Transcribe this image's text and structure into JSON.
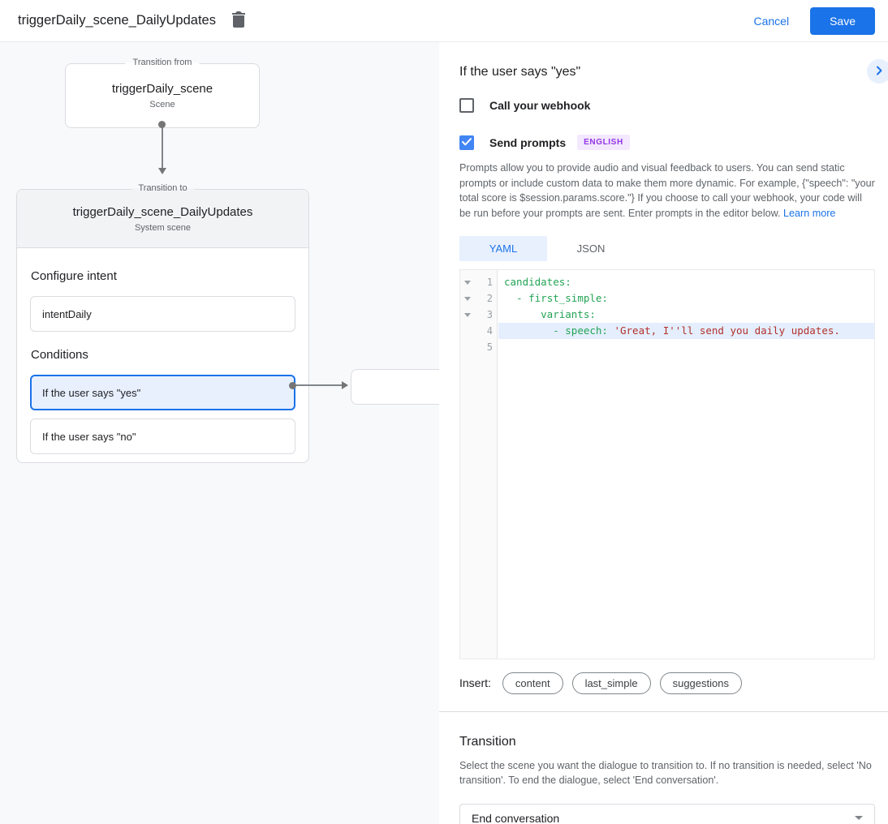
{
  "topbar": {
    "title": "triggerDaily_scene_DailyUpdates",
    "trash_icon": "trash-icon",
    "cancel_label": "Cancel",
    "save_label": "Save"
  },
  "diagram": {
    "from_box": {
      "legend": "Transition from",
      "title": "triggerDaily_scene",
      "subtitle": "Scene"
    },
    "to_box": {
      "legend": "Transition to",
      "title": "triggerDaily_scene_DailyUpdates",
      "subtitle": "System scene"
    },
    "configure_intent": {
      "label": "Configure intent",
      "value": "intentDaily"
    },
    "conditions": {
      "label": "Conditions",
      "items": [
        {
          "label": "If the user says \"yes\"",
          "selected": true
        },
        {
          "label": "If the user says \"no\"",
          "selected": false
        }
      ]
    }
  },
  "panel": {
    "title": "If the user says \"yes\"",
    "expand_icon": "chevron-right-icon",
    "webhook_checkbox": {
      "label": "Call your webhook",
      "checked": false
    },
    "prompts_checkbox": {
      "label": "Send prompts",
      "checked": true,
      "badge": "ENGLISH"
    },
    "description": "Prompts allow you to provide audio and visual feedback to users. You can send static prompts or include custom data to make them more dynamic. For example, {\"speech\": \"your total score is $session.params.score.\"} If you choose to call your webhook, your code will be run before your prompts are sent. Enter prompts in the editor below. ",
    "learn_more": "Learn more",
    "tabs": [
      {
        "label": "YAML",
        "active": true
      },
      {
        "label": "JSON",
        "active": false
      }
    ],
    "editor": {
      "lines": [
        {
          "number": "1",
          "fold": true,
          "highlight": false,
          "segments": [
            {
              "type": "key",
              "text": "candidates:"
            }
          ]
        },
        {
          "number": "2",
          "fold": true,
          "highlight": false,
          "segments": [
            {
              "type": "plain",
              "text": "  "
            },
            {
              "type": "key",
              "text": "- first_simple:"
            }
          ]
        },
        {
          "number": "3",
          "fold": true,
          "highlight": false,
          "segments": [
            {
              "type": "plain",
              "text": "      "
            },
            {
              "type": "key",
              "text": "variants:"
            }
          ]
        },
        {
          "number": "4",
          "fold": false,
          "highlight": true,
          "segments": [
            {
              "type": "plain",
              "text": "        "
            },
            {
              "type": "key",
              "text": "- speech: "
            },
            {
              "type": "string",
              "text": "'Great, I''ll send you daily updates."
            }
          ]
        },
        {
          "number": "5",
          "fold": false,
          "highlight": false,
          "segments": []
        }
      ]
    },
    "insert": {
      "label": "Insert:",
      "buttons": [
        "content",
        "last_simple",
        "suggestions"
      ]
    },
    "transition": {
      "title": "Transition",
      "description": "Select the scene you want the dialogue to transition to. If no transition is needed, select 'No transition'. To end the dialogue, select 'End conversation'.",
      "select_value": "End conversation"
    }
  },
  "colors": {
    "accent": "#1a73e8",
    "selected_bg": "#e8f0fe",
    "checkbox_checked": "#4285f4",
    "badge_bg": "#f3e8fd",
    "badge_text": "#9334e6",
    "code_key": "#23a455",
    "code_string": "#b3312c",
    "line_highlight": "#e4eefd"
  }
}
